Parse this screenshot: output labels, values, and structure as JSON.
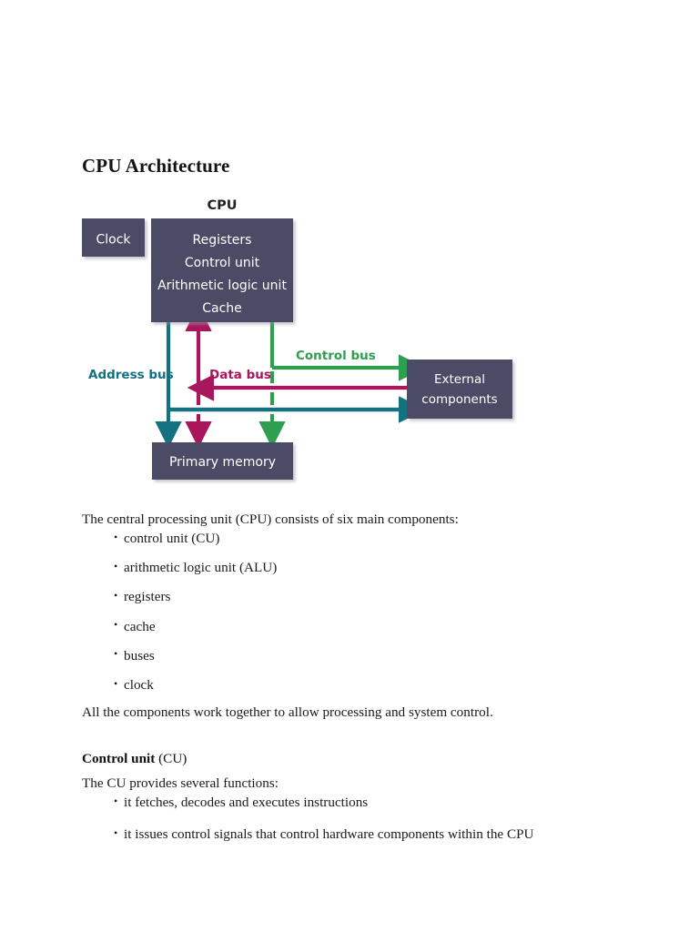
{
  "document": {
    "title": "CPU Architecture"
  },
  "diagram": {
    "label_cpu": "CPU",
    "boxes": {
      "clock": "Clock",
      "cpu_lines": [
        "Registers",
        "Control unit",
        "Arithmetic logic unit",
        "Cache"
      ],
      "external": [
        "External",
        "components"
      ],
      "primary_memory": "Primary memory"
    },
    "bus_labels": {
      "address": "Address bus",
      "data": "Data bus",
      "control": "Control bus"
    },
    "colors": {
      "box_fill": "#4c4c66",
      "box_text": "#ffffff",
      "address_bus": "#14717f",
      "data_bus": "#a8175c",
      "control_bus": "#2e9e4f",
      "page_background": "#ffffff"
    }
  },
  "content": {
    "intro": "The central processing unit (CPU) consists of six main components:",
    "components": [
      "control unit (CU)",
      "arithmetic logic unit (ALU)",
      "registers",
      "cache",
      "buses",
      "clock"
    ],
    "summary": "All the components work together to allow processing and system control.",
    "section_heading_bold": "Control unit",
    "section_heading_rest": " (CU)",
    "section_lead": "The CU provides several functions:",
    "cu_functions": [
      "it fetches, decodes and executes instructions",
      "it issues control signals that control hardware components within the CPU"
    ]
  }
}
